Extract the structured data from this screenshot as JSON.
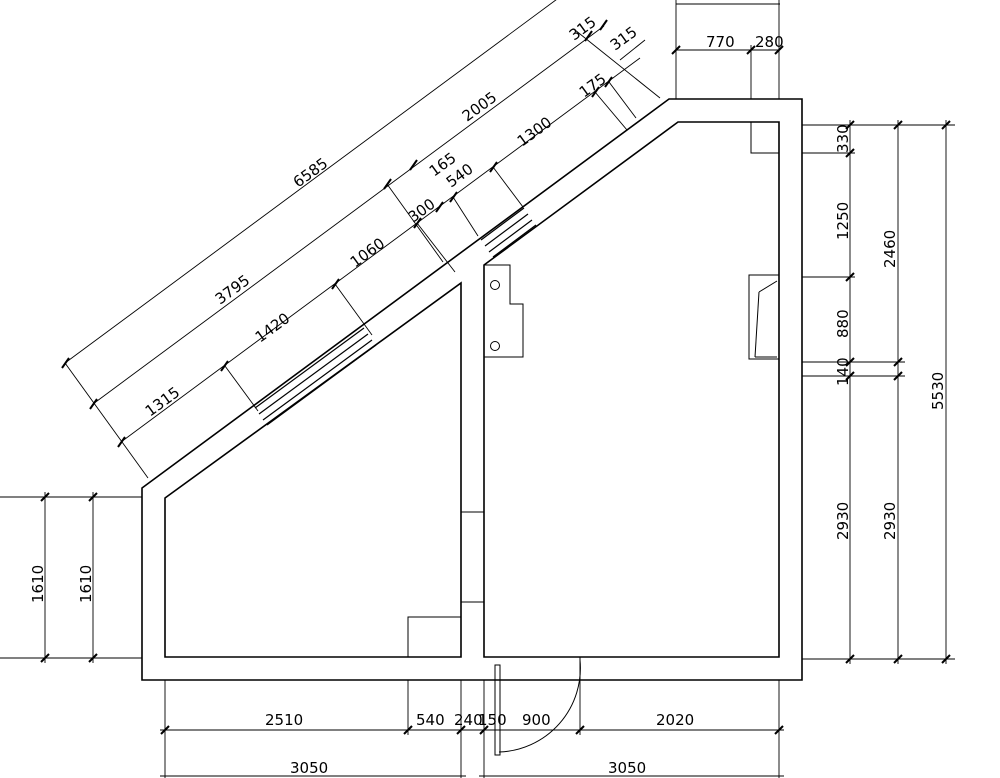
{
  "dimensions": {
    "diag_total": "6585",
    "diag_left_total": "3795",
    "diag_right_total": "2005",
    "diag_top_315a": "315",
    "diag_top_315b": "315",
    "diag_175": "175",
    "diag_1300": "1300",
    "diag_165": "165",
    "diag_540": "540",
    "diag_300": "300",
    "diag_1060": "1060",
    "diag_1420": "1420",
    "diag_1315": "1315",
    "top_770": "770",
    "top_280": "280",
    "right_330": "330",
    "right_1250": "1250",
    "right_880": "880",
    "right_140": "140",
    "right_2930a": "2930",
    "right_2460": "2460",
    "right_2930b": "2930",
    "right_total": "5530",
    "left_1610a": "1610",
    "left_1610b": "1610",
    "bottom_2510": "2510",
    "bottom_540": "540",
    "bottom_240": "240",
    "bottom_150": "150",
    "bottom_900": "900",
    "bottom_2020": "2020",
    "bottom_3050a": "3050",
    "bottom_3050b": "3050"
  }
}
